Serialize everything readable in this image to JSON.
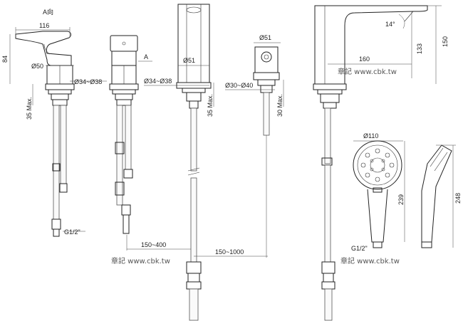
{
  "labels": {
    "view_a": "A向",
    "a_marker": "A",
    "d116": "116",
    "d84": "84",
    "d50": "Ø50",
    "d34_38_a": "Ø34~Ø38",
    "d35max_a": "35 Max.",
    "g12_a": "G1/2\"",
    "d51_a": "Ø51",
    "d34_38_b": "Ø34~Ø38",
    "d35max_b": "35 Max.",
    "d150_400": "150~400",
    "d150_1000": "150~1000",
    "d51_b": "Ø51",
    "d30_40": "Ø30~Ø40",
    "d30max": "30 Max.",
    "d14deg": "14°",
    "d160": "160",
    "d133": "133",
    "d150": "150",
    "d110": "Ø110",
    "d239": "239",
    "d248": "248",
    "g12_b": "G1/2\""
  },
  "watermarks": [
    "章記 www.cbk.tw",
    "章記 www.cbk.tw",
    "章記 www.cbk.tw"
  ]
}
